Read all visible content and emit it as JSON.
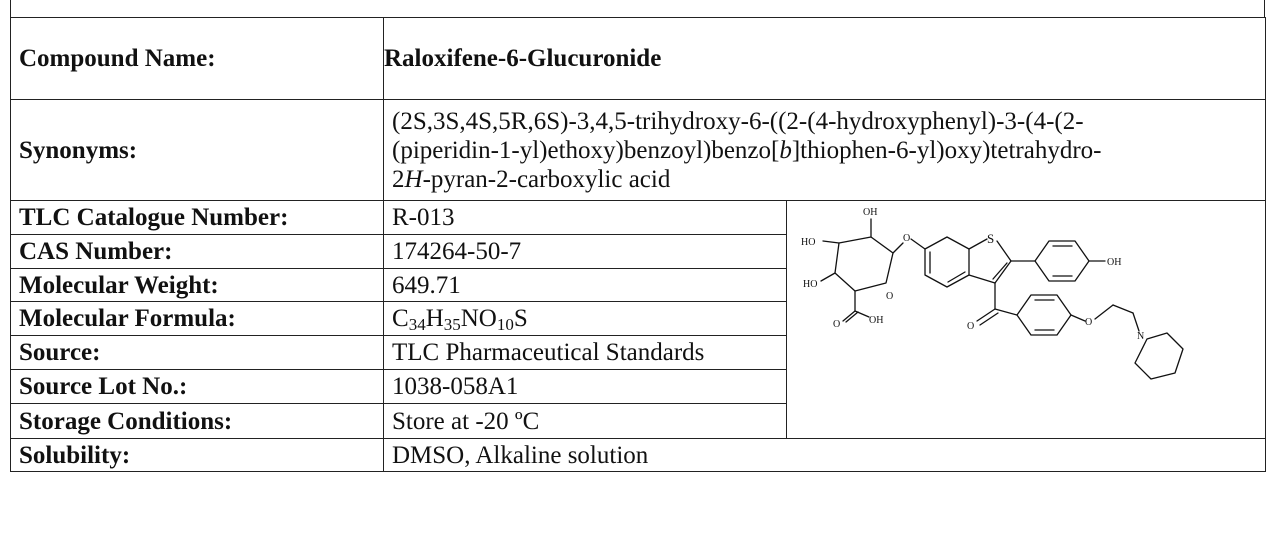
{
  "compound": {
    "label": "Compound Name:",
    "value": "Raloxifene-6-Glucuronide"
  },
  "synonyms": {
    "label": "Synonyms:",
    "line1": "(2S,3S,4S,5R,6S)-3,4,5-trihydroxy-6-((2-(4-hydroxyphenyl)-3-(4-(2-",
    "line2_a": "(piperidin-1-yl)ethoxy)benzoyl)benzo[",
    "line2_b": "b",
    "line2_c": "]thiophen-6-yl)oxy)tetrahydro-",
    "line3_a": "2",
    "line3_b": "H",
    "line3_c": "-pyran-2-carboxylic acid"
  },
  "rows": [
    {
      "label": "TLC Catalogue Number:",
      "value": "R-013"
    },
    {
      "label": "CAS Number:",
      "value": "174264-50-7"
    },
    {
      "label": "Molecular Weight:",
      "value": "649.71"
    },
    {
      "label": "Molecular Formula:",
      "formula": [
        "C",
        "34",
        "H",
        "35",
        "NO",
        "10",
        "S"
      ]
    },
    {
      "label": "Source:",
      "value": "TLC Pharmaceutical Standards"
    },
    {
      "label": "Source Lot No.:",
      "value": "1038-058A1"
    },
    {
      "label": "Storage Conditions:",
      "value": "Store at -20 ºC"
    },
    {
      "label": "Solubility:",
      "value": "DMSO, Alkaline solution"
    }
  ],
  "structure": {
    "atom_labels": {
      "oh_top": "OH",
      "ho_left": "HO",
      "ho_lower": "HO",
      "o_link": "O",
      "s": "S",
      "oh_phenol": "OH",
      "o_ring": "O",
      "o_acid": "O",
      "oh_acid": "OH",
      "o_ketone": "O",
      "o_ether": "O",
      "n": "N"
    }
  }
}
